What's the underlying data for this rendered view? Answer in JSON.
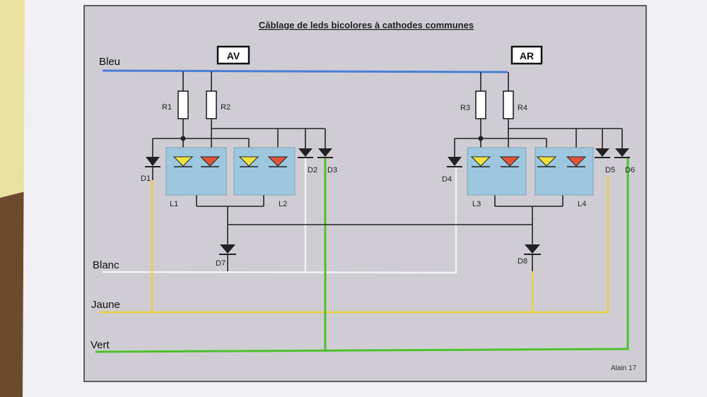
{
  "title": "Câblage de leds bicolores à cathodes communes",
  "boxes": {
    "front": "AV",
    "rear": "AR"
  },
  "wires": {
    "blue": "Bleu",
    "white": "Blanc",
    "yellow": "Jaune",
    "green": "Vert"
  },
  "resistors": [
    "R1",
    "R2",
    "R3",
    "R4"
  ],
  "diodes": [
    "D1",
    "D2",
    "D3",
    "D4",
    "D5",
    "D6",
    "D7",
    "D8"
  ],
  "leds": [
    "L1",
    "L2",
    "L3",
    "L4"
  ],
  "signature": "Alain 17",
  "colors": {
    "blue": "#4a7ed6",
    "white": "#f2f2f2",
    "yellow": "#e8d23a",
    "green": "#4fbf2e",
    "black": "#222222",
    "led_box": "#9cc7df",
    "led_yellow": "#f0e23c",
    "led_red": "#e0553a",
    "paper": "#cfcdd3"
  }
}
